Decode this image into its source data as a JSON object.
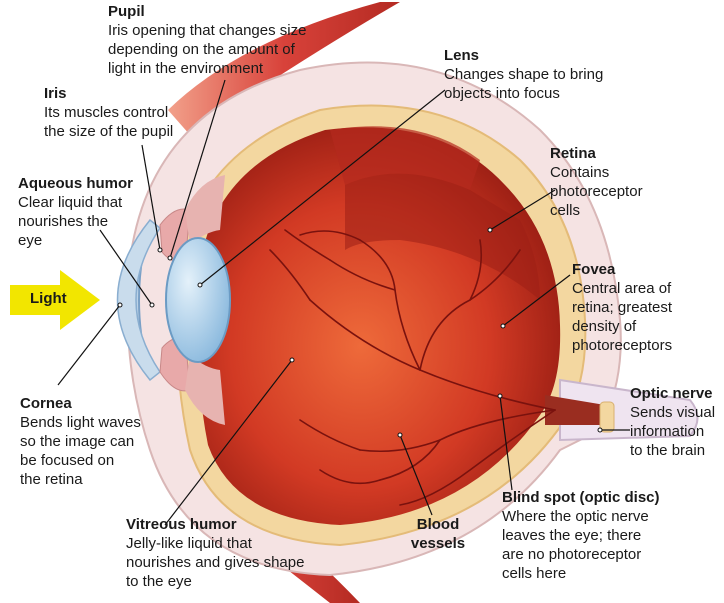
{
  "labels": {
    "pupil": {
      "title": "Pupil",
      "desc": "Iris opening that changes size\ndepending on the amount of\nlight in the environment"
    },
    "lens": {
      "title": "Lens",
      "desc": "Changes shape to bring\nobjects into focus"
    },
    "iris": {
      "title": "Iris",
      "desc": "Its muscles control\nthe size of the pupil"
    },
    "aqueous": {
      "title": "Aqueous humor",
      "desc": "Clear liquid that\nnourishes the\neye"
    },
    "retina": {
      "title": "Retina",
      "desc": "Contains\nphotoreceptor\ncells"
    },
    "fovea": {
      "title": "Fovea",
      "desc": "Central area of\nretina; greatest\ndensity of\nphotoreceptors"
    },
    "cornea": {
      "title": "Cornea",
      "desc": "Bends light waves\nso the image can\nbe focused on\nthe retina"
    },
    "optic_nerve": {
      "title": "Optic nerve",
      "desc": "Sends visual\ninformation\nto the brain"
    },
    "vitreous": {
      "title": "Vitreous humor",
      "desc": "Jelly-like liquid that\nnourishes and gives shape\nto the eye"
    },
    "blood_vessels": {
      "title": "Blood\nvessels",
      "desc": ""
    },
    "blind_spot": {
      "title": "Blind spot (optic disc)",
      "desc": "Where the optic nerve\nleaves the eye; there\nare no photoreceptor\ncells here"
    }
  },
  "light_arrow": {
    "label": "Light"
  },
  "colors": {
    "arrow_yellow": "#f2e600",
    "sclera": "#f3dede",
    "retina_band": "#f3d7a0",
    "interior_red": "#c8251c",
    "muscle_red": "#d8423a",
    "cornea_blue": "#bcd6ea",
    "lens_blue": "#9ec7e6",
    "vessel": "#7a120e"
  }
}
